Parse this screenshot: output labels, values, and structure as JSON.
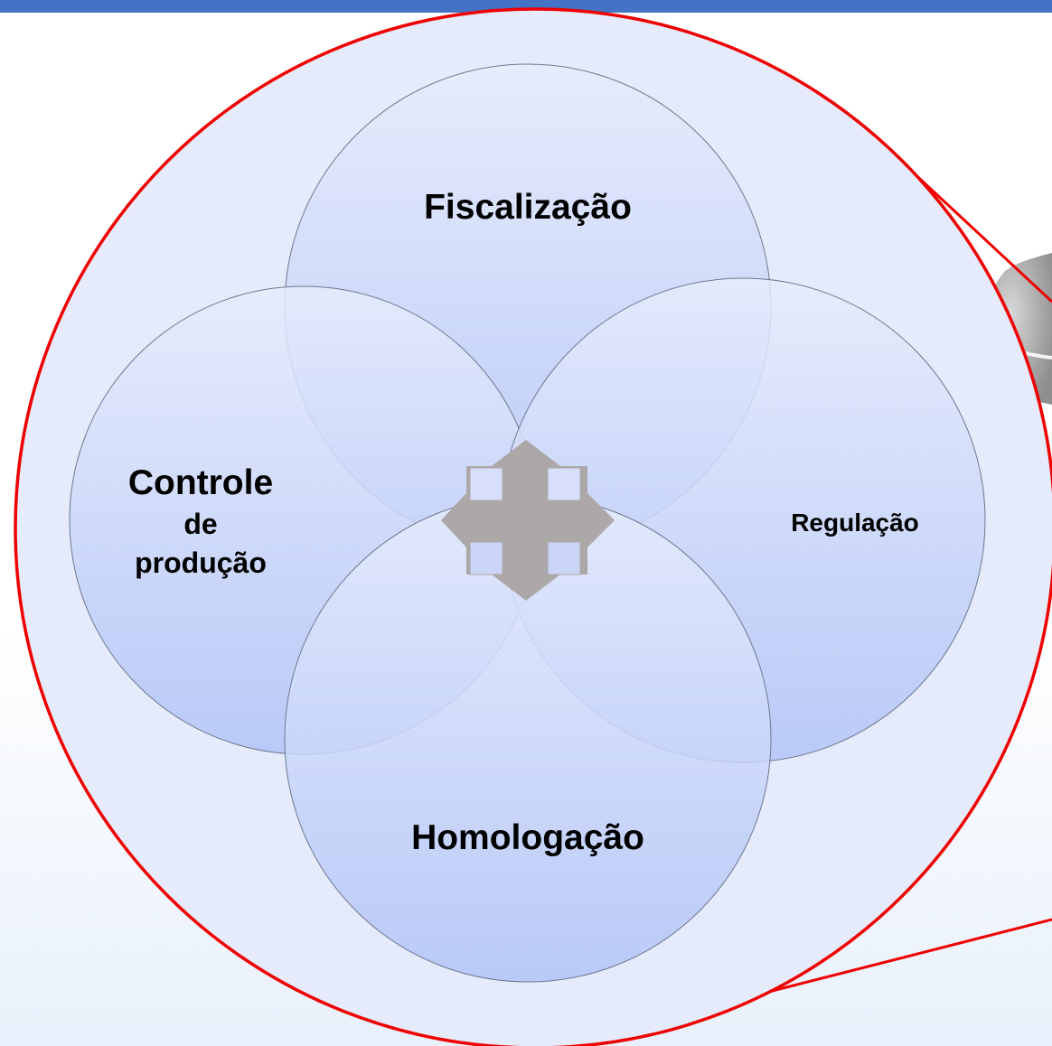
{
  "diagram": {
    "labels": {
      "top": "Fiscalização",
      "left_line1": "Controle",
      "left_line2": "de",
      "left_line3": "produção",
      "right": "Regulação",
      "bottom": "Homologação"
    },
    "center_icon": "four-way-arrow-icon",
    "colors": {
      "top_bar": "#4472c4",
      "background_bottom": "#eaf1fb",
      "big_circle_fill": "#e6ebfb",
      "big_circle_stroke": "#ee0000",
      "petal_light": "#e4eafc",
      "petal_dark": "#b4c6f8",
      "petal_stroke": "#6d7890",
      "arrow_fill": "#aca8a8",
      "callout_shape": "#9e9e9e"
    }
  }
}
